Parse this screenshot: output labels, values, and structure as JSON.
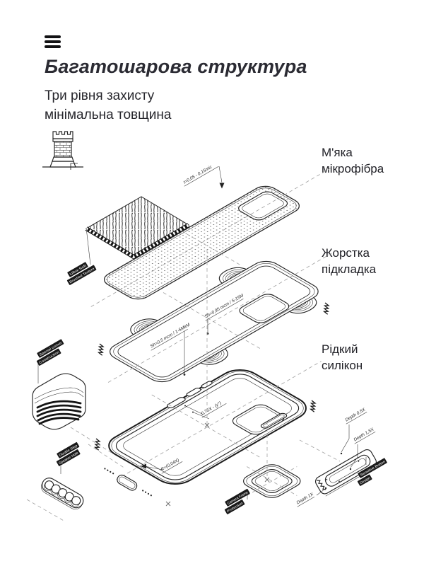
{
  "header": {
    "title": "Багатошарова структура",
    "subtitle": "Три рівня захисту\nмінімальна товщина"
  },
  "layer_labels": {
    "microfiber": "М'яка\nмікрофібра",
    "hard_lining": "Жорстка\nпідкладка",
    "liquid_silicone": "Рідкий\nсилікон"
  },
  "diagram": {
    "icons": {
      "menu": "hamburger-icon",
      "tower": "castle-tower-icon"
    },
    "chips": {
      "texture1": "Ultra-Soft",
      "texture2": "Brushed Texture",
      "corner1": "Special corner",
      "corner2": "Construction",
      "speaker1": "Double Step",
      "speaker2": "Speaker Hole",
      "camera1": "Camera Frame",
      "camera2": "Protection",
      "button1": "Sensitive Button",
      "button2": "Design"
    },
    "dims": {
      "thickness": "t=0,05 - 0,15mic",
      "sh1": "Sh=0,95 mcm / 5-15M",
      "sh2": "Sh=0,5 mcm / 1-5MkM",
      "angle": "0,75X - (y°)",
      "radius": "R=(0,04X)",
      "depth05": "Depth 0,5X",
      "depth15": "Depth 1,5X",
      "depth1": "Depth 1X"
    }
  },
  "colors": {
    "ink": "#1f1f24",
    "line": "#242424",
    "dash": "#a2a2a2",
    "chip_bg": "#191919",
    "background": "#ffffff"
  }
}
